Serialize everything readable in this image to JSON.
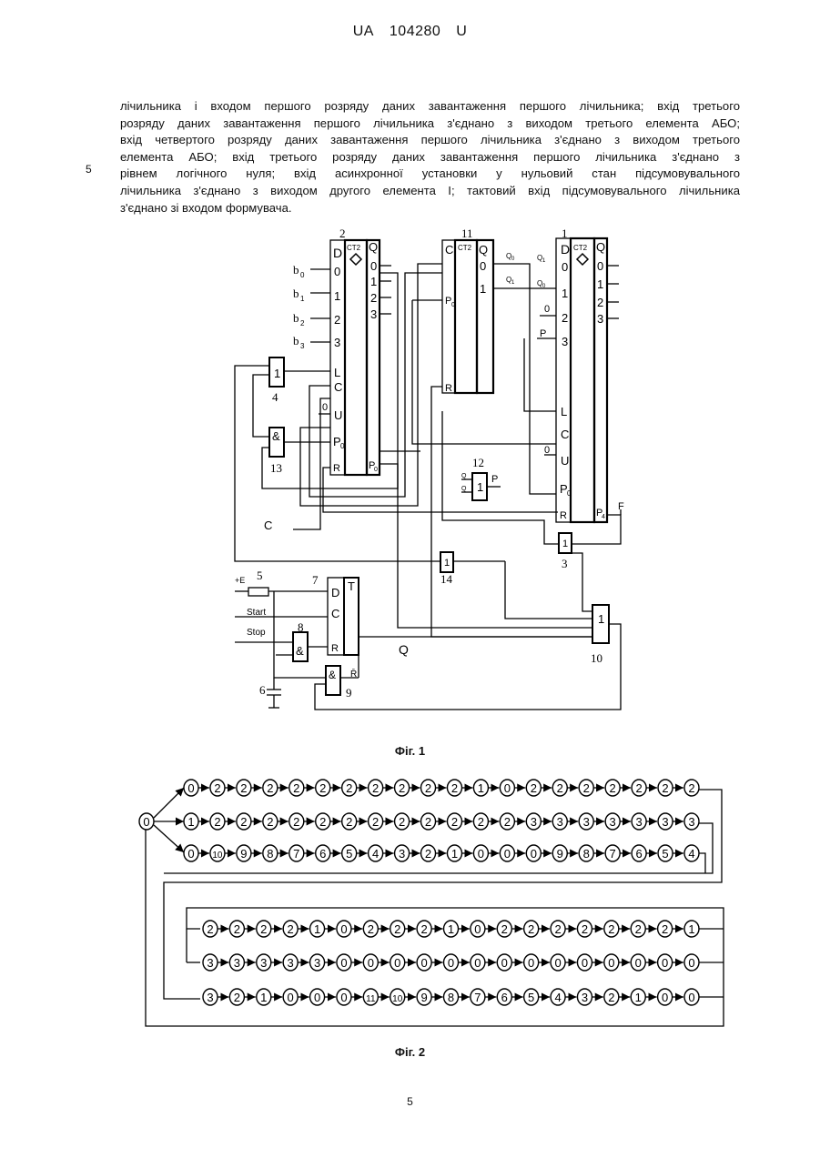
{
  "header": {
    "country": "UA",
    "number": "104280",
    "kind": "U"
  },
  "paragraph": [
    "лічильника і входом першого розряду даних завантаження першого лічильника; вхід третього",
    "розряду даних завантаження першого лічильника з'єднано з виходом третього елемента АБО;",
    "вхід четвертого розряду даних завантаження першого лічильника з'єднано з виходом третього",
    "елемента АБО; вхід третього розряду даних завантаження першого лічильника з'єднано з",
    "рівнем логічного нуля; вхід асинхронної установки у нульовий стан підсумовувального",
    "лічильника з'єднано з виходом другого елемента І; тактовий вхід підсумовувального лічильника",
    "з'єднано зі входом формувача."
  ],
  "line_number": "5",
  "figure1": {
    "caption": "Фіг. 1",
    "counter_type": "CT2",
    "block_numbers": [
      "2",
      "11",
      "1",
      "4",
      "13",
      "12",
      "3",
      "14",
      "5",
      "7",
      "8",
      "6",
      "9",
      "10"
    ],
    "inputs_b": [
      "b",
      "b",
      "b",
      "b"
    ],
    "input_b_subs": [
      "0",
      "1",
      "2",
      "3"
    ],
    "pins_D_digits": [
      "0",
      "1",
      "2",
      "3"
    ],
    "pin_labels": [
      "D",
      "Q",
      "L",
      "C",
      "U",
      "P",
      "R",
      "T",
      "&",
      "1"
    ],
    "signals": [
      "C",
      "F",
      "Q",
      "+E",
      "Start",
      "Stop",
      "P",
      "0",
      "R̄"
    ],
    "q_labels": [
      "Q",
      "Q",
      "Q",
      "Q"
    ],
    "q_subs": [
      "0",
      "1",
      "0",
      "1"
    ]
  },
  "figure2": {
    "caption": "Фіг. 2",
    "start_node": "0",
    "rows": [
      [
        "0",
        "2",
        "2",
        "2",
        "2",
        "2",
        "2",
        "2",
        "2",
        "2",
        "2",
        "1",
        "0",
        "2",
        "2",
        "2",
        "2",
        "2",
        "2",
        "2"
      ],
      [
        "1",
        "2",
        "2",
        "2",
        "2",
        "2",
        "2",
        "2",
        "2",
        "2",
        "2",
        "2",
        "2",
        "3",
        "3",
        "3",
        "3",
        "3",
        "3",
        "3"
      ],
      [
        "0",
        "10",
        "9",
        "8",
        "7",
        "6",
        "5",
        "4",
        "3",
        "2",
        "1",
        "0",
        "0",
        "0",
        "9",
        "8",
        "7",
        "6",
        "5",
        "4"
      ],
      [
        "2",
        "2",
        "2",
        "2",
        "1",
        "0",
        "2",
        "2",
        "2",
        "1",
        "0",
        "2",
        "2",
        "2",
        "2",
        "2",
        "2",
        "2",
        "1"
      ],
      [
        "3",
        "3",
        "3",
        "3",
        "3",
        "0",
        "0",
        "0",
        "0",
        "0",
        "0",
        "0",
        "0",
        "0",
        "0",
        "0",
        "0",
        "0",
        "0"
      ],
      [
        "3",
        "2",
        "1",
        "0",
        "0",
        "0",
        "11",
        "10",
        "9",
        "8",
        "7",
        "6",
        "5",
        "4",
        "3",
        "2",
        "1",
        "0",
        "0"
      ]
    ]
  },
  "page_number": "5"
}
